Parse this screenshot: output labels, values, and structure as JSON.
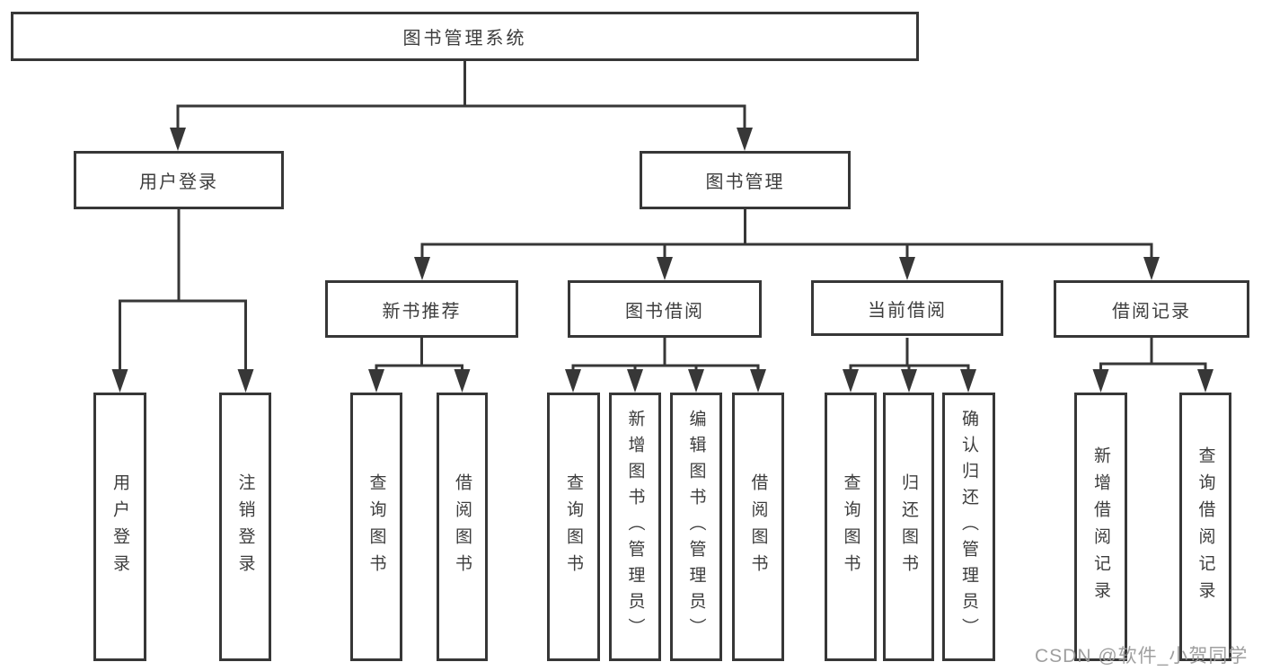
{
  "diagram": {
    "type": "hierarchy-tree",
    "watermark": "CSDN @软件_小贺同学",
    "colors": {
      "line": "#373737",
      "text": "#3d3d3d",
      "background": "#ffffff",
      "watermark": "#9a9a9a"
    },
    "root": {
      "label": "图书管理系统",
      "children": [
        {
          "label": "用户登录",
          "children": [
            {
              "label": "用户登录"
            },
            {
              "label": "注销登录"
            }
          ]
        },
        {
          "label": "图书管理",
          "children": [
            {
              "label": "新书推荐",
              "children": [
                {
                  "label": "查询图书"
                },
                {
                  "label": "借阅图书"
                }
              ]
            },
            {
              "label": "图书借阅",
              "children": [
                {
                  "label": "查询图书"
                },
                {
                  "label": "新增图书（管理员）"
                },
                {
                  "label": "编辑图书（管理员）"
                },
                {
                  "label": "借阅图书"
                }
              ]
            },
            {
              "label": "当前借阅",
              "children": [
                {
                  "label": "查询图书"
                },
                {
                  "label": "归还图书"
                },
                {
                  "label": "确认归还（管理员）"
                }
              ]
            },
            {
              "label": "借阅记录",
              "children": [
                {
                  "label": "新增借阅记录"
                },
                {
                  "label": "查询借阅记录"
                }
              ]
            }
          ]
        }
      ]
    }
  }
}
